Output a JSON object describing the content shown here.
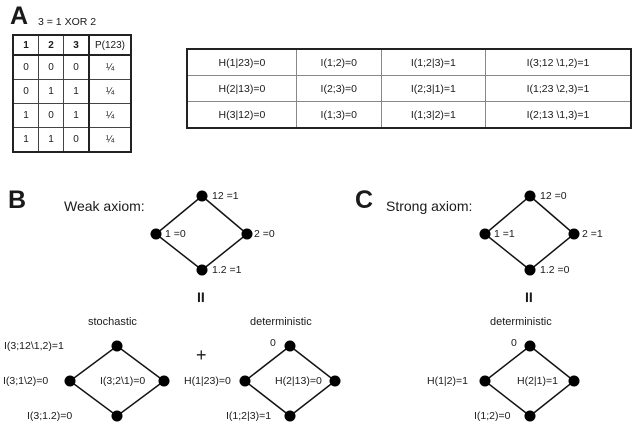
{
  "panels": {
    "a": "A",
    "b": "B",
    "c": "C"
  },
  "truth_table": {
    "title": "3 = 1 XOR 2",
    "headers": [
      "1",
      "2",
      "3",
      "P(123)"
    ],
    "rows": [
      [
        "0",
        "0",
        "0",
        "¼"
      ],
      [
        "0",
        "1",
        "1",
        "¼"
      ],
      [
        "1",
        "0",
        "1",
        "¼"
      ],
      [
        "1",
        "1",
        "0",
        "¼"
      ]
    ]
  },
  "info_table": {
    "rows": [
      [
        "H(1|23)=0",
        "I(1;2)=0",
        "I(1;2|3)=1",
        "I(3;12 \\1,2)=1"
      ],
      [
        "H(2|13)=0",
        "I(2;3)=0",
        "I(2;3|1)=1",
        "I(1;23 \\2,3)=1"
      ],
      [
        "H(3|12)=0",
        "I(1;3)=0",
        "I(1;3|2)=1",
        "I(2;13 \\1,3)=1"
      ]
    ]
  },
  "weak": {
    "title": "Weak axiom:",
    "top": "12 =1",
    "left": "1 =0",
    "right": "2 =0",
    "bottom": "1.2 =1",
    "equals": "II",
    "plus": "+",
    "stochastic": {
      "title": "stochastic",
      "top": "I(3;12\\1,2)=1",
      "left": "I(3;1\\2)=0",
      "right": "I(3;2\\1)=0",
      "bottom": "I(3;1.2)=0"
    },
    "deterministic": {
      "title": "deterministic",
      "top": "0",
      "left": "H(1|23)=0",
      "right": "H(2|13)=0",
      "bottom": "I(1;2|3)=1"
    }
  },
  "strong": {
    "title": "Strong axiom:",
    "top": "12 =0",
    "left": "1 =1",
    "right": "2 =1",
    "bottom": "1.2 =0",
    "equals": "II",
    "deterministic": {
      "title": "deterministic",
      "top": "0",
      "left": "H(1|2)=1",
      "right": "H(2|1)=1",
      "bottom": "I(1;2)=0"
    }
  }
}
